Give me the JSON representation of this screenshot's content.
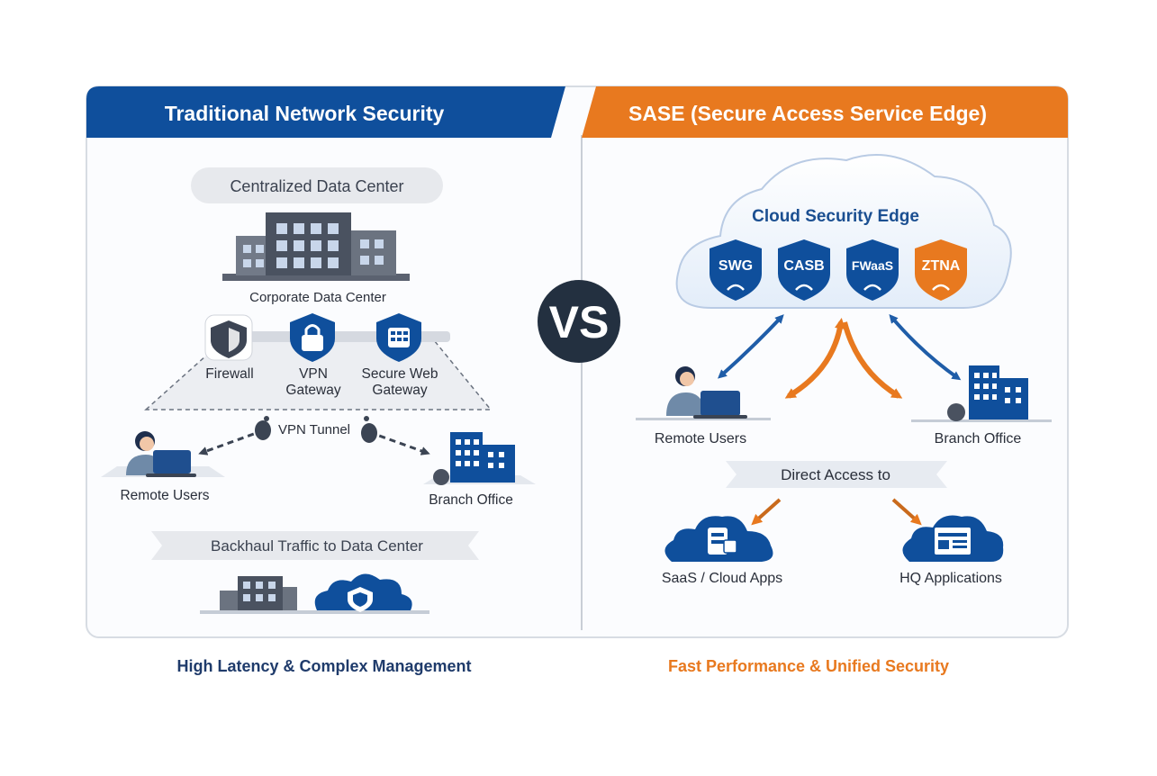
{
  "left": {
    "title": "Traditional Network Security",
    "data_center_pill": "Centralized Data Center",
    "building_label": "Corporate Data Center",
    "components": [
      {
        "label_line1": "Firewall",
        "label_line2": ""
      },
      {
        "label_line1": "VPN",
        "label_line2": "Gateway"
      },
      {
        "label_line1": "Secure Web",
        "label_line2": "Gateway"
      }
    ],
    "tunnel_label": "VPN Tunnel",
    "remote_users": "Remote Users",
    "branch_office": "Branch Office",
    "backhaul": "Backhaul Traffic to Data Center",
    "footer": "High Latency & Complex Management"
  },
  "vs": "VS",
  "right": {
    "title": "SASE (Secure Access Service Edge)",
    "cloud_label": "Cloud Security Edge",
    "shields": [
      "SWG",
      "CASB",
      "FWaaS",
      "ZTNA"
    ],
    "remote_users": "Remote Users",
    "branch_office": "Branch Office",
    "direct_access": "Direct Access to",
    "saas": "SaaS / Cloud Apps",
    "hq": "HQ Applications",
    "footer": "Fast Performance & Unified Security"
  },
  "colors": {
    "blue": "#0f4f9c",
    "orange": "#e8791f",
    "navy": "#1f2f4d",
    "gray_building": "#4a5260"
  }
}
